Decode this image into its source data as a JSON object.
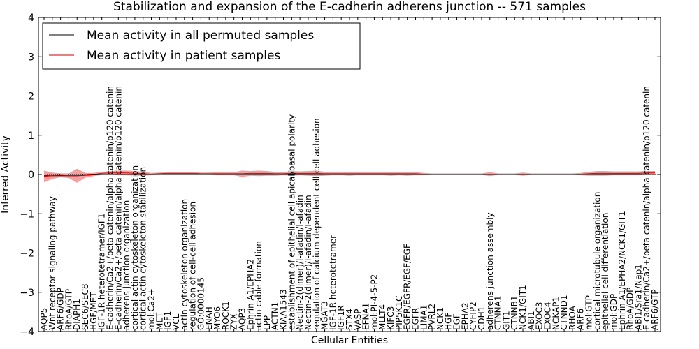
{
  "chart_data": {
    "type": "line",
    "title": "Stabilization and expansion of the E-cadherin adherens junction -- 571 samples",
    "xlabel": "Cellular Entities",
    "ylabel": "Inferred Activity",
    "ylim": [
      -4,
      4
    ],
    "yticks": [
      -4,
      -3,
      -2,
      -1,
      0,
      1,
      2,
      3,
      4
    ],
    "grid": false,
    "legend_position": "top-left",
    "categories": [
      "AQP5",
      "Wnt receptor signaling pathway",
      "ARF6/GDP",
      "RhoA/GTP",
      "DIAPH1",
      "SEC6/SEC8",
      "HGF/MET",
      "IGF-1R heterotetramer/IGF1",
      "E-cadherin/Ca2+/beta catenin/alpha catenin/p120 catenin",
      "E-cadherin/Ca2+/beta catenin/alpha catenin/p120 catenin",
      "adherens junction organization",
      "cortical actin cytoskeleton organization",
      "cortical actin cytoskeleton stabilization",
      "mol:Ca2+",
      "MET",
      "IGF1",
      "VCL",
      "actin cytoskeleton organization",
      "regulation of cell-cell adhesion",
      "GO:0000145",
      "ENAH",
      "MYO6",
      "ROCK1",
      "ZYX",
      "AQP3",
      "Ephrin A1/EPHA2",
      "actin cable formation",
      "LPP",
      "ACTN1",
      "KIAA1543",
      "establishment of epithelial cell apical/basal polarity",
      "Nectin-2(dimer)/I-afadin/I-afadin",
      "Nectin-2(dimer)/I-afadin/I-afadin",
      "regulation of calcium-dependent cell-cell adhesion",
      "MGAT3",
      "IGF-1R heterotetramer",
      "IGF1R",
      "STX4",
      "VASP",
      "EFNA1",
      "mol:PI-4-5-P2",
      "MLLT4",
      "KIFC3",
      "PIP5K1C",
      "EGFR/EGFR/EGF/EGF",
      "EGFR",
      "LIMA1",
      "PVRL2",
      "NCK1",
      "HGF",
      "EGF",
      "EPHA2",
      "CYFIP2",
      "CDH1",
      "adherens junction assembly",
      "CTNNA1",
      "GIT1",
      "CTNNB1",
      "NCK1/GIT1",
      "ABI1",
      "EXOC3",
      "EXOC4",
      "NCKAP1",
      "CTNND1",
      "RHOA",
      "ARF6",
      "mol:GTP",
      "cortical microtubule organization",
      "epithelial cell differentiation",
      "mol:GDP",
      "Ephrin A1/EPHA2/NCK1/GIT1",
      "RhoA/GDP",
      "ABI1/Sra1/Nap1",
      "E-cadherin/Ca2+/beta catenin/alpha catenin/p120 catenin",
      "ARF6/GTP"
    ],
    "series": [
      {
        "name": "Mean activity in all permuted samples",
        "color": "#000000",
        "values": [
          -0.03,
          -0.03,
          -0.03,
          -0.03,
          -0.03,
          -0.02,
          -0.01,
          0.0,
          0.0,
          0.0,
          0.0,
          0.0,
          0.0,
          0.0,
          0.0,
          0.0,
          0.0,
          0.0,
          0.0,
          0.0,
          0.0,
          0.0,
          0.0,
          0.0,
          0.0,
          0.0,
          0.0,
          0.0,
          0.0,
          0.0,
          0.0,
          0.0,
          0.0,
          0.0,
          0.0,
          0.0,
          0.0,
          0.0,
          0.0,
          0.0,
          0.0,
          0.0,
          0.0,
          0.0,
          0.0,
          0.0,
          0.0,
          0.0,
          0.0,
          0.0,
          0.0,
          0.0,
          0.0,
          0.0,
          0.0,
          0.0,
          0.0,
          0.0,
          0.0,
          0.0,
          0.0,
          0.0,
          0.0,
          0.0,
          0.0,
          0.0,
          0.0,
          0.0,
          0.0,
          0.0,
          0.0,
          0.0,
          0.0,
          0.0,
          0.0
        ]
      },
      {
        "name": "Mean activity in patient samples",
        "color": "#cc0000",
        "band_color": "#f08080",
        "values": [
          -0.05,
          -0.03,
          -0.02,
          -0.03,
          -0.03,
          -0.02,
          0.0,
          0.03,
          0.04,
          0.04,
          0.04,
          0.03,
          0.02,
          0.01,
          0.02,
          0.03,
          0.03,
          0.03,
          0.03,
          0.02,
          0.02,
          0.02,
          0.02,
          0.02,
          0.02,
          0.03,
          0.03,
          0.03,
          0.02,
          0.02,
          0.03,
          0.03,
          0.03,
          0.03,
          0.02,
          0.02,
          0.02,
          0.02,
          0.02,
          0.02,
          0.02,
          0.02,
          0.02,
          0.02,
          0.02,
          0.02,
          0.01,
          0.01,
          0.01,
          0.01,
          0.01,
          0.01,
          0.01,
          0.01,
          0.01,
          0.01,
          0.01,
          0.01,
          0.01,
          0.01,
          0.01,
          0.01,
          0.01,
          0.01,
          0.01,
          0.01,
          0.02,
          0.03,
          0.03,
          0.03,
          0.03,
          0.03,
          0.03,
          0.04,
          0.04
        ],
        "band": [
          0.15,
          0.08,
          0.05,
          0.06,
          0.18,
          0.06,
          0.04,
          0.04,
          0.05,
          0.06,
          0.06,
          0.06,
          0.05,
          0.03,
          0.03,
          0.04,
          0.04,
          0.04,
          0.04,
          0.03,
          0.03,
          0.04,
          0.04,
          0.04,
          0.08,
          0.06,
          0.07,
          0.06,
          0.05,
          0.04,
          0.06,
          0.05,
          0.06,
          0.07,
          0.05,
          0.04,
          0.04,
          0.05,
          0.04,
          0.04,
          0.04,
          0.04,
          0.05,
          0.04,
          0.05,
          0.04,
          0.03,
          0.02,
          0.02,
          0.02,
          0.02,
          0.02,
          0.02,
          0.02,
          0.05,
          0.02,
          0.02,
          0.02,
          0.04,
          0.02,
          0.02,
          0.02,
          0.02,
          0.02,
          0.02,
          0.03,
          0.05,
          0.06,
          0.06,
          0.05,
          0.05,
          0.05,
          0.05,
          0.05,
          0.05
        ]
      }
    ]
  }
}
